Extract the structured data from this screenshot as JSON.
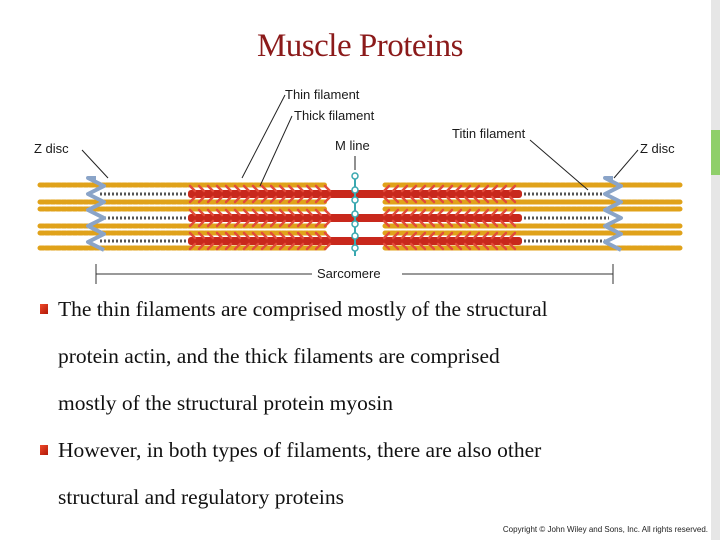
{
  "slide": {
    "title": "Muscle Proteins",
    "figure": {
      "labels": {
        "thin_filament": "Thin filament",
        "thick_filament": "Thick filament",
        "z_disc_left": "Z disc",
        "z_disc_right": "Z disc",
        "m_line": "M line",
        "titin_filament": "Titin filament",
        "sarcomere": "Sarcomere"
      },
      "colors": {
        "thick": "#c8281c",
        "thin": "#e0a21a",
        "titin": "#555555",
        "z_disc": "#8aa4c8",
        "m_line": "#3aa8b0"
      }
    },
    "bullets": [
      {
        "line1": "The thin filaments are comprised mostly of the structural",
        "line2": "protein actin, and the thick filaments are comprised",
        "line3": "mostly of the structural protein myosin"
      },
      {
        "line1": "However, in both types of filaments, there are also other",
        "line2": "structural and regulatory proteins"
      }
    ],
    "copyright": "Copyright © John Wiley and Sons, Inc. All rights reserved."
  }
}
